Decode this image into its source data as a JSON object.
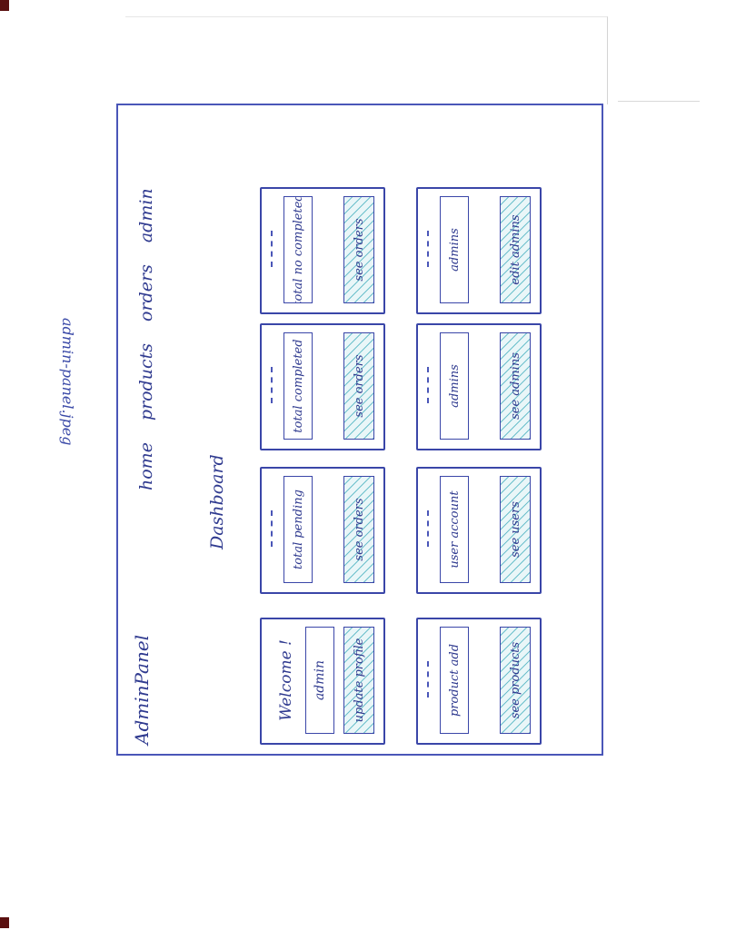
{
  "app": {
    "brand": "AdminPanel"
  },
  "nav": [
    "home",
    "products",
    "orders",
    "admin"
  ],
  "dashboard": {
    "title": "Dashboard"
  },
  "cards": [
    {
      "kind": "welcome",
      "title": "Welcome !",
      "value": "admin",
      "button": "update profile"
    },
    {
      "kind": "stat",
      "title": "total pending",
      "button": "see orders"
    },
    {
      "kind": "stat",
      "title": "total completed",
      "button": "see orders"
    },
    {
      "kind": "stat",
      "title": "total no completed",
      "button": "see orders"
    },
    {
      "kind": "stat",
      "title": "product add",
      "button": "see products"
    },
    {
      "kind": "stat",
      "title": "user account",
      "button": "see users"
    },
    {
      "kind": "stat",
      "title": "admins",
      "button": "see admins"
    },
    {
      "kind": "stat",
      "title": "admins",
      "button": "edit admins"
    }
  ],
  "caption": "admin-panel.jpeg"
}
